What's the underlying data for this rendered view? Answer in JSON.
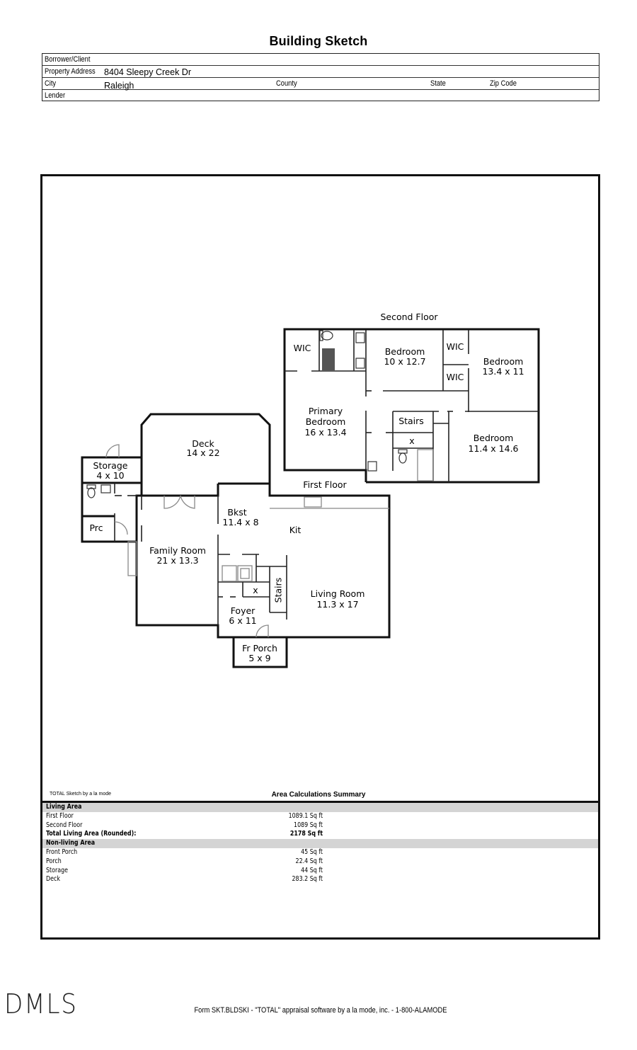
{
  "document": {
    "title": "Building Sketch"
  },
  "header": {
    "borrower_label": "Borrower/Client",
    "borrower_value": "",
    "address_label": "Property Address",
    "address_value": "8404 Sleepy Creek Dr",
    "city_label": "City",
    "city_value": "Raleigh",
    "county_label": "County",
    "state_label": "State",
    "zip_label": "Zip Code",
    "lender_label": "Lender"
  },
  "sketch": {
    "second_floor_label": "Second Floor",
    "first_floor_label": "First Floor",
    "rooms": {
      "wic1": "WIC",
      "bedroom2_name": "Bedroom",
      "bedroom2_dim": "10 x 12.7",
      "wic2": "WIC",
      "wic3": "WIC",
      "bedroom3_name": "Bedroom",
      "bedroom3_dim": "13.4 x 11",
      "primary_name1": "Primary",
      "primary_name2": "Bedroom",
      "primary_dim": "16 x 13.4",
      "stairs2": "Stairs",
      "x2": "x",
      "bedroom4_name": "Bedroom",
      "bedroom4_dim": "11.4 x 14.6",
      "deck_name": "Deck",
      "deck_dim": "14 x 22",
      "storage_name": "Storage",
      "storage_dim": "4 x 10",
      "prc": "Prc",
      "bkst_name": "Bkst",
      "bkst_dim": "11.4 x 8",
      "kit": "Kit",
      "family_name": "Family Room",
      "family_dim": "21 x 13.3",
      "x1": "x",
      "stairs1": "Stairs",
      "living_name": "Living Room",
      "living_dim": "11.3 x 17",
      "foyer_name": "Foyer",
      "foyer_dim": "6 x 11",
      "porch_name": "Fr Porch",
      "porch_dim": "5 x 9"
    },
    "credit": "TOTAL Sketch by a la mode"
  },
  "summary": {
    "title": "Area Calculations Summary",
    "living_header": "Living Area",
    "living": [
      {
        "label": "First Floor",
        "value": "1089.1 Sq ft"
      },
      {
        "label": "Second Floor",
        "value": "1089 Sq ft"
      }
    ],
    "total_label": "Total Living Area (Rounded):",
    "total_value": "2178 Sq ft",
    "nonliving_header": "Non-living Area",
    "nonliving": [
      {
        "label": "Front Porch",
        "value": "45 Sq ft"
      },
      {
        "label": "Porch",
        "value": "22.4 Sq ft"
      },
      {
        "label": "Storage",
        "value": "44 Sq ft"
      },
      {
        "label": "Deck",
        "value": "283.2 Sq ft"
      }
    ]
  },
  "footer": {
    "logo": "DMLS",
    "text": "Form SKT.BLDSKI - \"TOTAL\" appraisal software by a la mode, inc. - 1-800-ALAMODE"
  }
}
